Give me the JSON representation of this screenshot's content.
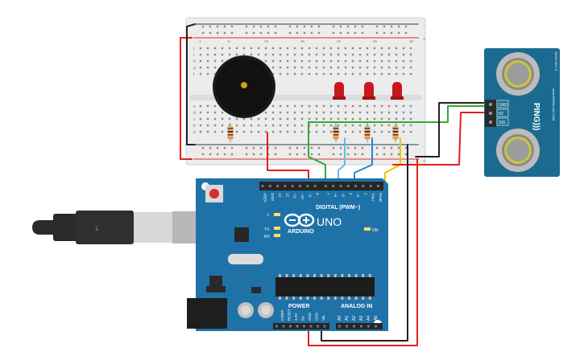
{
  "breadboard": {
    "rail_plus": "+",
    "rail_minus": "−",
    "row_letters_top": [
      "j",
      "i",
      "h",
      "g",
      "f"
    ],
    "row_letters_bottom": [
      "e",
      "d",
      "c",
      "b",
      "a"
    ],
    "column_numbers": [
      "1",
      "5",
      "10",
      "15",
      "20",
      "25",
      "30"
    ]
  },
  "arduino": {
    "brand": "ARDUINO",
    "model": "UNO",
    "digital_label": "DIGITAL (PWM~)",
    "power_label": "POWER",
    "analog_label": "ANALOG IN",
    "on_label": "ON",
    "led_l": "L",
    "led_tx": "TX",
    "led_rx": "RX",
    "digital_pins": [
      "AREF",
      "GND",
      "13",
      "12",
      "~11",
      "~10",
      "~9",
      "8",
      "7",
      "~6",
      "~5",
      "4",
      "~3",
      "2",
      "TX▸1",
      "RX◂0"
    ],
    "power_pins": [
      "IOREF",
      "RESET",
      "3.3V",
      "5V",
      "GND",
      "GND",
      "Vin"
    ],
    "analog_pins": [
      "A0",
      "A1",
      "A2",
      "A3",
      "A4",
      "A5"
    ]
  },
  "sensor": {
    "name": "PING)))",
    "pins": [
      "GND",
      "5V",
      "SIG"
    ],
    "maker": "www.PARALLAX.COM",
    "part": "28015 REV C"
  },
  "colors": {
    "board": "#1f72a8",
    "sensor_board": "#1b6b91",
    "wire_red": "#e0201b",
    "wire_black": "#222222",
    "wire_green": "#36a838",
    "wire_lightblue": "#5bc0e0",
    "wire_blue": "#1e8ad6",
    "wire_yellow": "#f2c100",
    "led_red": "#c8181b"
  }
}
